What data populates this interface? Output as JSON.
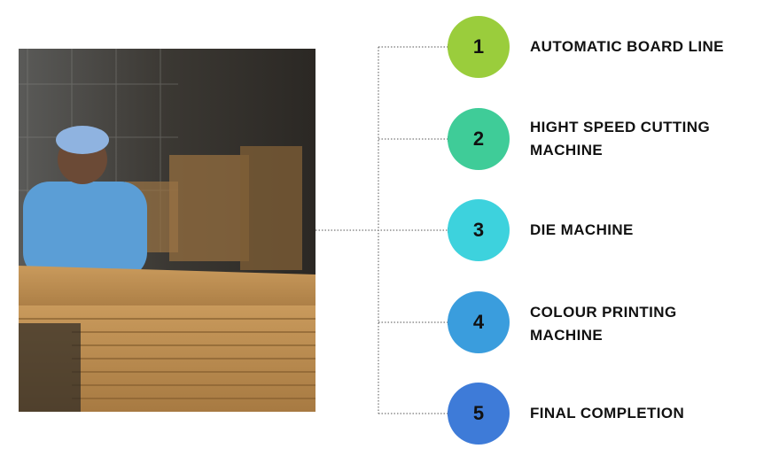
{
  "photo": {
    "alt": "Worker in blue uniform and hairnet handling stacked corrugated cardboard sheets in a factory"
  },
  "steps": [
    {
      "number": "1",
      "label": "AUTOMATIC BOARD LINE",
      "color": "#9ACD3C"
    },
    {
      "number": "2",
      "label": "HIGHT SPEED CUTTING MACHINE",
      "color": "#3FCC98"
    },
    {
      "number": "3",
      "label": "DIE MACHINE",
      "color": "#3DD2DD"
    },
    {
      "number": "4",
      "label": "COLOUR PRINTING MACHINE",
      "color": "#3A9DDD"
    },
    {
      "number": "5",
      "label": "FINAL COMPLETION",
      "color": "#3E7BD8"
    }
  ]
}
